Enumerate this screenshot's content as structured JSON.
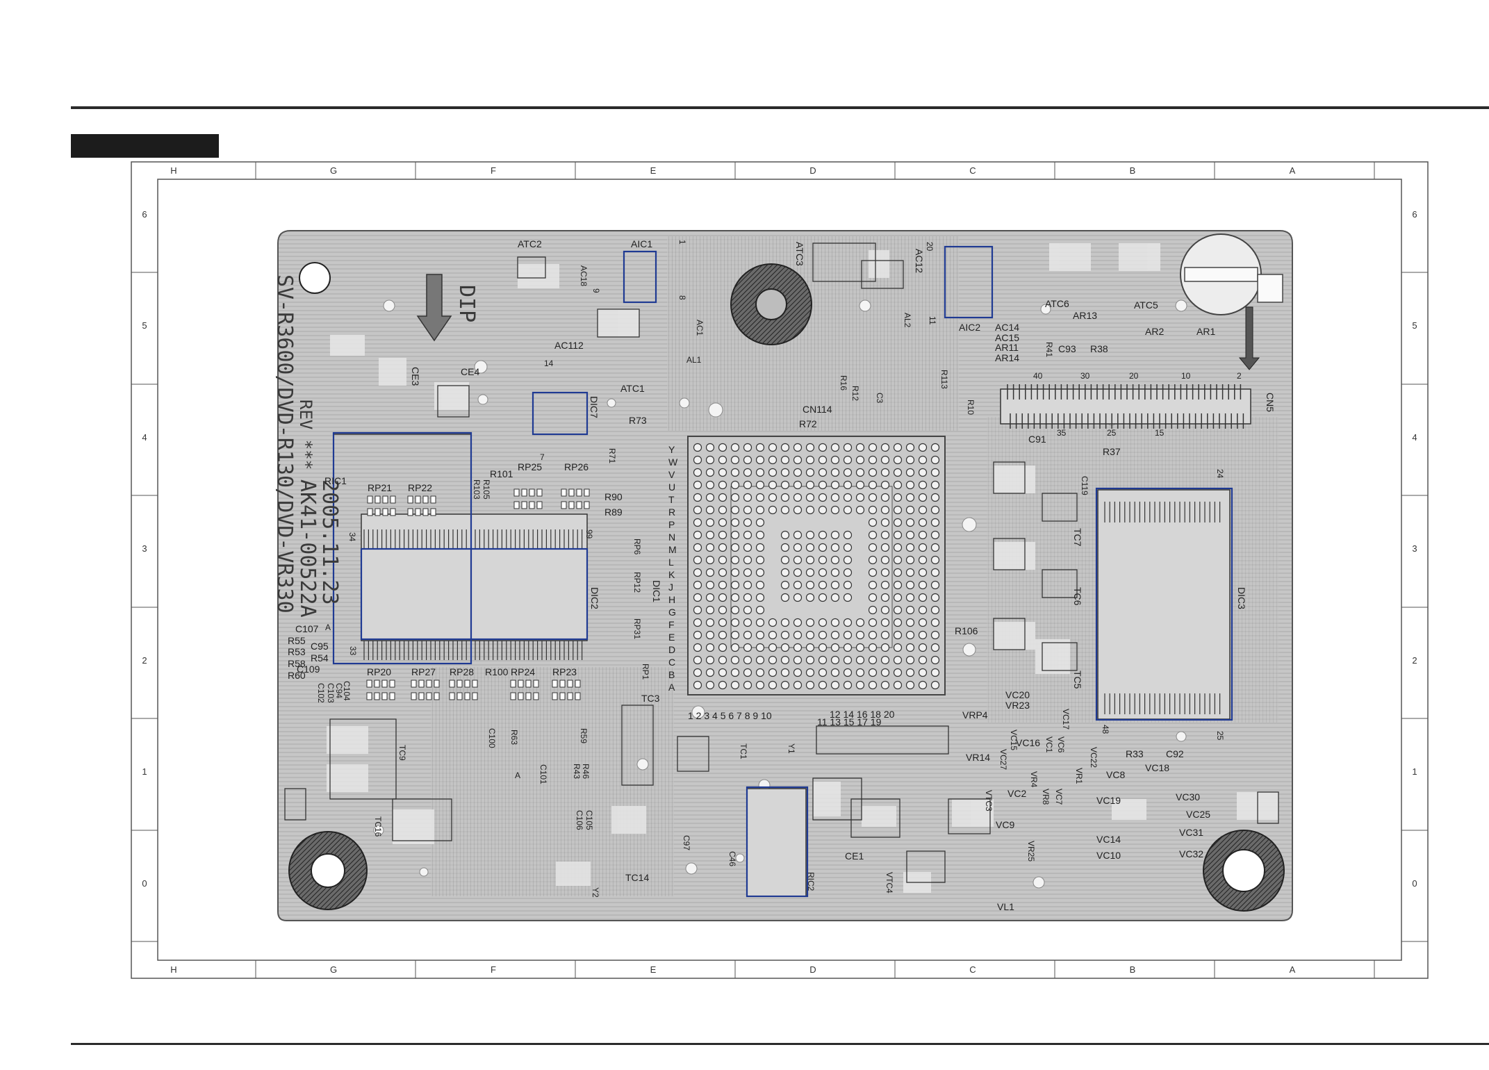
{
  "frame": {
    "columns": [
      "H",
      "G",
      "F",
      "E",
      "D",
      "C",
      "B",
      "A"
    ],
    "rows": [
      "6",
      "5",
      "4",
      "3",
      "2",
      "1",
      "0"
    ]
  },
  "board": {
    "silkscreen_model": "SV-R3600/DVD-R130/DVD-VR330",
    "silkscreen_part": "AK41-00522A",
    "silkscreen_date": "2005.11.23",
    "silkscreen_rev": "REV ***",
    "dip_label": "DIP",
    "bga_rows": [
      "Y",
      "W",
      "V",
      "U",
      "T",
      "R",
      "P",
      "N",
      "M",
      "L",
      "K",
      "J",
      "H",
      "G",
      "F",
      "E",
      "D",
      "C",
      "B",
      "A"
    ],
    "bga_cols_odd": "1 2 3 4 5 6 7 8 9 10",
    "bga_cols_a": "12 14 16 18 20",
    "bga_cols_b": "11 13 15 17 19"
  },
  "refs": {
    "atc2": "ATC2",
    "aic1": "AIC1",
    "atc3": "ATC3",
    "ac12": "AC12",
    "aic2": "AIC2",
    "atc6": "ATC6",
    "atc5": "ATC5",
    "ar13": "AR13",
    "ac18": "AC18",
    "al2": "AL2",
    "ac1": "AC1",
    "al1": "AL1",
    "ac112": "AC112",
    "atc1": "ATC1",
    "ac14": "AC14",
    "ac15": "AC15",
    "ar11": "AR11",
    "ar14": "AR14",
    "c93": "C93",
    "r38": "R38",
    "ar2": "AR2",
    "ar1": "AR1",
    "r41": "R41",
    "ce3": "CE3",
    "ce4": "CE4",
    "dic7": "DIC7",
    "r73": "R73",
    "cn114": "CN114",
    "r72": "R72",
    "r16": "R16",
    "r12": "R12",
    "c3": "C3",
    "r113": "R113",
    "r10": "R10",
    "c91": "C91",
    "r37": "R37",
    "cn5": "CN5",
    "ric1": "RIC1",
    "r101": "R101",
    "rp25": "RP25",
    "rp26": "RP26",
    "rp21": "RP21",
    "rp22": "RP22",
    "r103": "R103",
    "r105": "R105",
    "r71": "R71",
    "r90": "R90",
    "r89": "R89",
    "rp6": "RP6",
    "rp12": "RP12",
    "dic1": "DIC1",
    "dic2": "DIC2",
    "rp31": "RP31",
    "rp1": "RP1",
    "c107": "C107",
    "r55": "R55",
    "r53": "R53",
    "r58": "R58",
    "r60": "R60",
    "c95": "C95",
    "r54": "R54",
    "c109": "C109",
    "c104": "C104",
    "c103": "C103",
    "c94": "C94",
    "c102": "C102",
    "rp20": "RP20",
    "rp27": "RP27",
    "rp28": "RP28",
    "r100": "R100",
    "rp24": "RP24",
    "rp23": "RP23",
    "tc3": "TC3",
    "c119": "C119",
    "tc7": "TC7",
    "tc6": "TC6",
    "tc5": "TC5",
    "dic3": "DIC3",
    "r106": "R106",
    "vc20": "VC20",
    "vr23": "VR23",
    "vc17": "VC17",
    "vrp4": "VRP4",
    "vc15": "VC15",
    "vr14": "VR14",
    "vc27": "VC27",
    "vc16": "VC16",
    "vc1": "VC1",
    "vc6": "VC6",
    "vc22": "VC22",
    "r33": "R33",
    "c92": "C92",
    "vc18": "VC18",
    "vc8": "VC8",
    "vc30": "VC30",
    "vc19": "VC19",
    "vc25": "VC25",
    "vc2": "VC2",
    "vr4": "VR4",
    "vr8": "VR8",
    "vc7": "VC7",
    "vr1": "VR1",
    "vtc3": "VTC3",
    "vc9": "VC9",
    "vr25": "VR25",
    "vc14": "VC14",
    "vc31": "VC31",
    "vc10": "VC10",
    "vc32": "VC32",
    "vtc4": "VTC4",
    "vl1": "VL1",
    "tc9": "TC9",
    "tc16": "TC16",
    "c100": "C100",
    "r63": "R63",
    "r59": "R59",
    "r46": "R46",
    "r43": "R43",
    "c101": "C101",
    "c105": "C105",
    "c106": "C106",
    "tc14": "TC14",
    "y2": "Y2",
    "c97": "C97",
    "c46": "C46",
    "tc1": "TC1",
    "y1": "Y1",
    "ric2": "RIC2",
    "ce1": "CE1"
  },
  "pins": {
    "p20": "20",
    "p11": "11",
    "p1": "1",
    "p8": "8",
    "p9": "9",
    "p14": "14",
    "p7": "7",
    "p34": "34",
    "p99": "99",
    "p33": "33",
    "p48": "48",
    "p25": "25",
    "p24": "24",
    "cn5_40": "40",
    "cn5_30": "30",
    "cn5_20": "20",
    "cn5_10": "10",
    "cn5_2": "2",
    "cn5_35": "35",
    "cn5_25": "25",
    "cn5_15": "15",
    "pA": "A"
  },
  "colors": {
    "board_fill": "#bdbdbd",
    "board_line": "#9a9a9a",
    "highlight": "#1f3a93",
    "silk": "#3a3a3a"
  }
}
